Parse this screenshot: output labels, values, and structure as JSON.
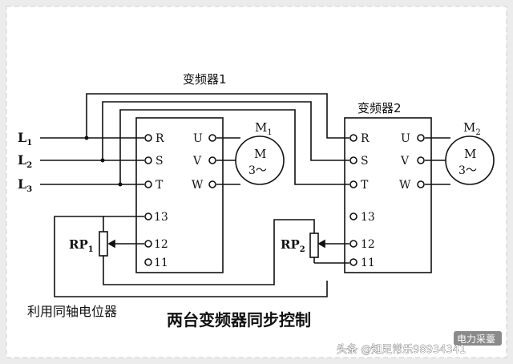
{
  "inverter1": {
    "title": "变频器1"
  },
  "inverter2": {
    "title": "变频器2"
  },
  "lines": {
    "l1": "L",
    "l1_sub": "1",
    "l2": "L",
    "l2_sub": "2",
    "l3": "L",
    "l3_sub": "3"
  },
  "terminals": {
    "r": "R",
    "s": "S",
    "t": "T",
    "u": "U",
    "v": "V",
    "w": "W",
    "t13": "13",
    "t12": "12",
    "t11": "11"
  },
  "motor1": {
    "label": "M",
    "sub": "1",
    "inner_top": "M",
    "inner_bottom": "3～"
  },
  "motor2": {
    "label": "M",
    "sub": "2",
    "inner_top": "M",
    "inner_bottom": "3～"
  },
  "rp1": {
    "label": "RP",
    "sub": "1"
  },
  "rp2": {
    "label": "RP",
    "sub": "2"
  },
  "captions": {
    "left": "利用同轴电位器",
    "main": "两台变频器同步控制"
  },
  "watermark": {
    "brand": "电力采薹",
    "source": "头条 @知足常乐98934341"
  },
  "colors": {
    "line": "#111111",
    "background": "#ffffff",
    "frame": "#d9d9d9"
  }
}
